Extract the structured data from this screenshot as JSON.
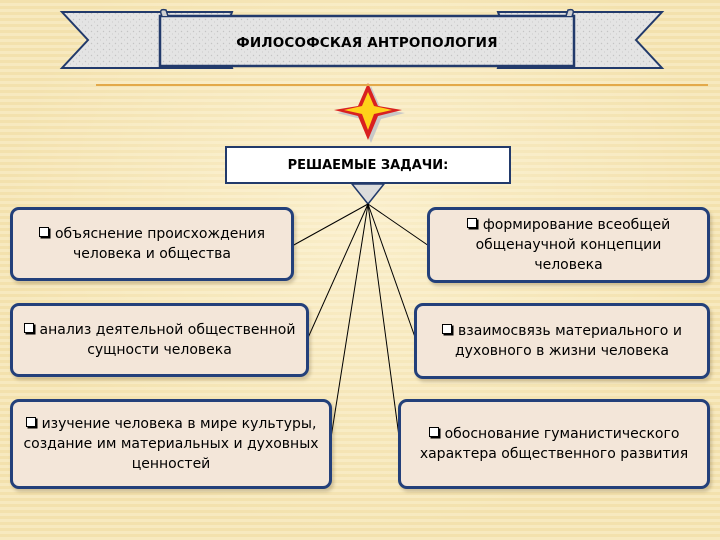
{
  "title": "ФИЛОСОФСКАЯ АНТРОПОЛОГИЯ",
  "subtitle": "РЕШАЕМЫЕ ЗАДАЧИ:",
  "tasks": [
    "объяснение происхождения человека и общества",
    "формирование всеобщей общенаучной концепции человека",
    "анализ деятельной общественной сущности человека",
    "взаимосвязь материального и духовного в жизни человека",
    "изучение человека в мире культуры, создание им материальных и духовных ценностей",
    "обоснование гуманистического характера общественного развития"
  ],
  "colors": {
    "card_fill": "#f3e6d9",
    "card_border": "#23407a",
    "banner_fill": "#dcdcdc",
    "star_red": "#d92020",
    "star_yellow": "#ffd21a",
    "accent_line": "#e3a94a"
  }
}
